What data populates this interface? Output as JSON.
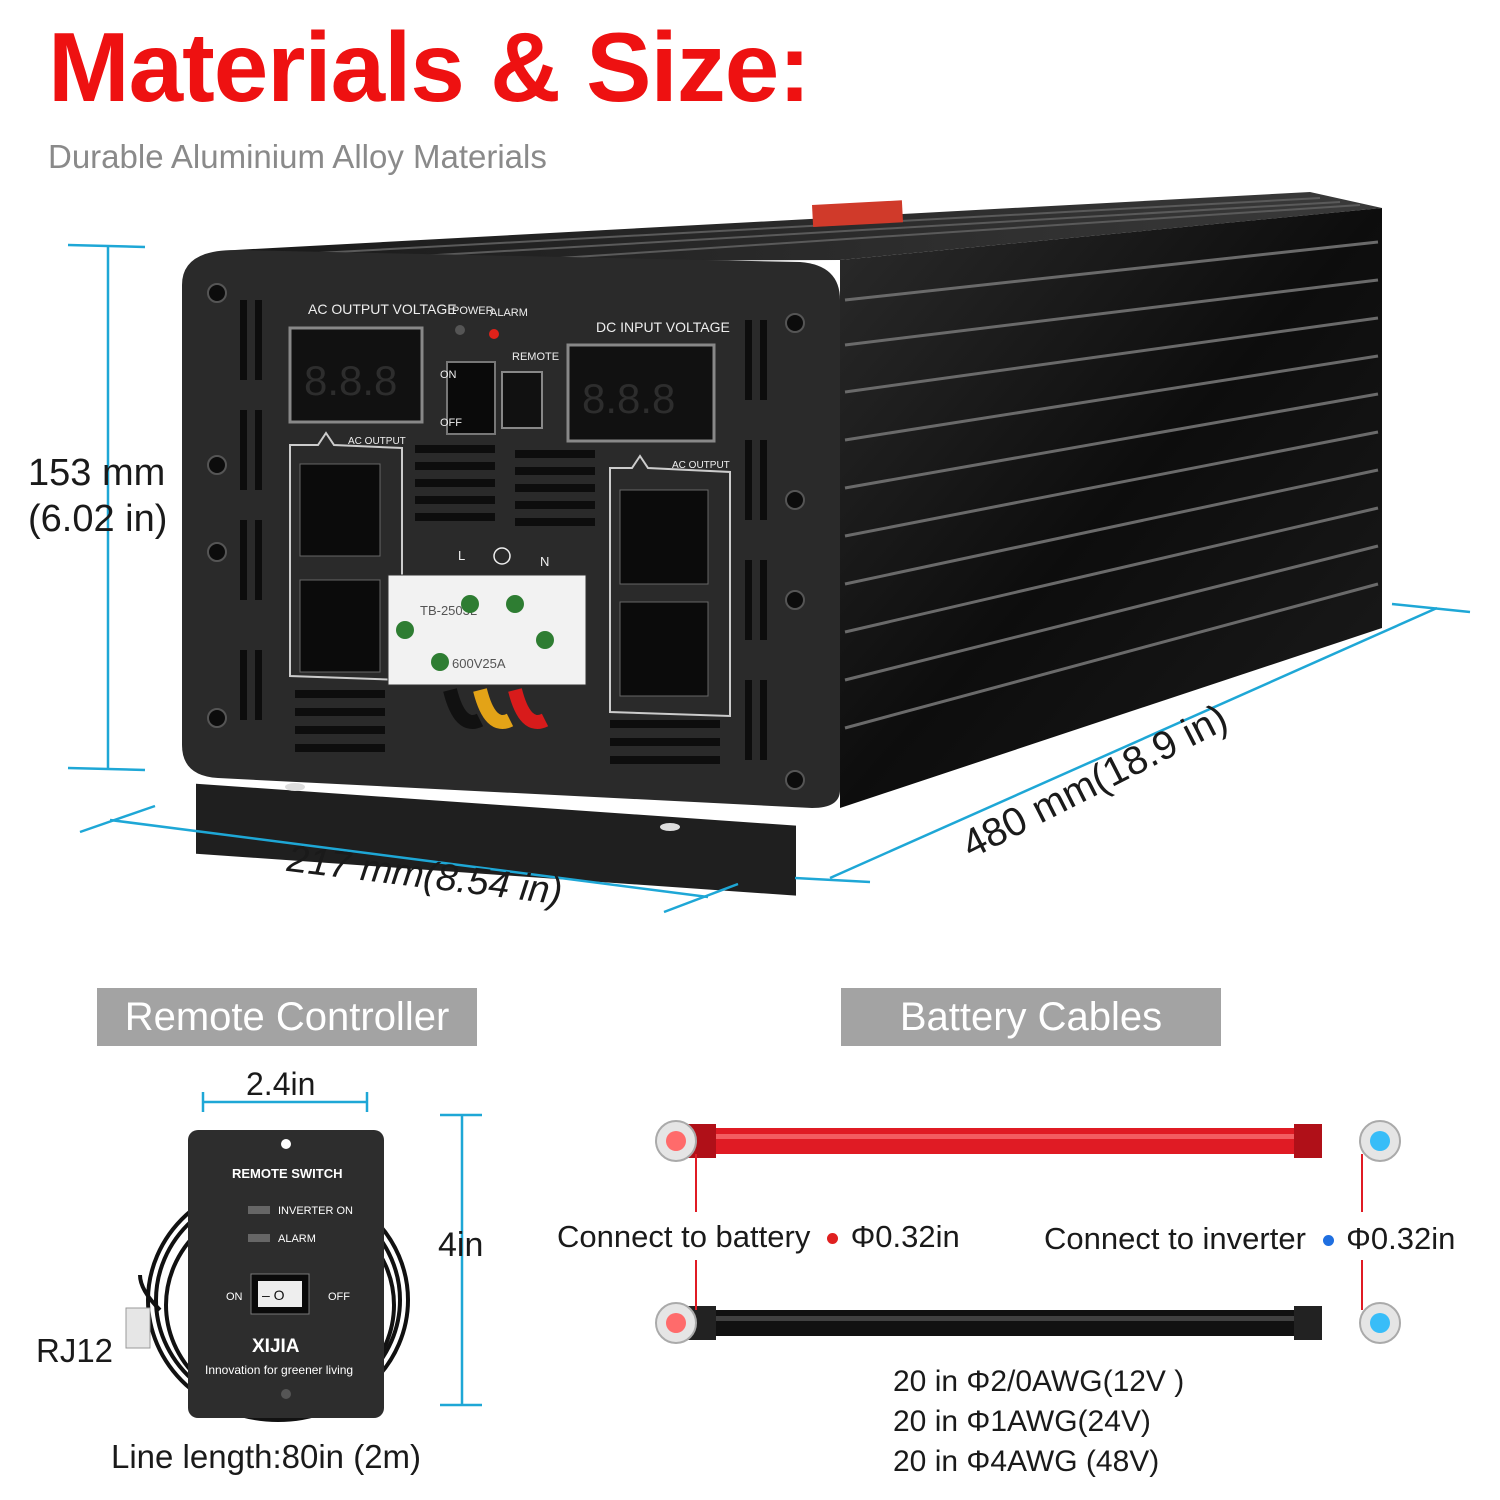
{
  "header": {
    "title": "Materials & Size:",
    "subtitle": "Durable Aluminium Alloy Materials"
  },
  "inverter": {
    "height_dim": {
      "line1": "153 mm",
      "line2": "(6.02 in)"
    },
    "width_dim": "217 mm(8.54 in)",
    "length_dim": "480 mm(18.9 in)",
    "panel_labels": {
      "ac_output_voltage": "AC OUTPUT VOLTAGE",
      "dc_input_voltage": "DC INPUT VOLTAGE",
      "power": "POWER",
      "alarm": "ALARM",
      "remote": "REMOTE",
      "switch_on": "ON",
      "switch_off": "OFF",
      "ac_output_left": "AC OUTPUT",
      "ac_output_right": "AC OUTPUT",
      "display_digits": "8.8.8",
      "terminal_l": "L",
      "terminal_n": "N",
      "terminal_model": "TB-2503L",
      "terminal_rating": "600V25A"
    }
  },
  "remote_controller": {
    "section_title": "Remote Controller",
    "width_dim": "2.4in",
    "height_dim": "4in",
    "plug_label": "RJ12",
    "line_length": "Line length:80in (2m)",
    "device": {
      "header": "REMOTE SWITCH",
      "indicator_1": "INVERTER ON",
      "indicator_2": "ALARM",
      "on_label": "ON",
      "off_label": "OFF",
      "brand": "XIJIA",
      "tagline": "Innovation for greener living"
    }
  },
  "battery_cables": {
    "section_title": "Battery Cables",
    "left_label": "Connect to battery",
    "left_size": "Φ0.32in",
    "right_label": "Connect to inverter",
    "right_size": "Φ0.32in",
    "specs": [
      "20 in Φ2/0AWG(12V )",
      "20 in Φ1AWG(24V)",
      "20 in Φ4AWG (48V)"
    ],
    "colors": {
      "positive": "#e01b24",
      "negative": "#111111",
      "battery_dot": "#e02020",
      "inverter_dot": "#1f6fe0",
      "ring_red": "#ff6b6b",
      "ring_blue": "#38bdf8"
    }
  },
  "accent_colors": {
    "title": "#ee1111",
    "dimension_line": "#1ea7d6",
    "badge": "#a3a3a3"
  }
}
